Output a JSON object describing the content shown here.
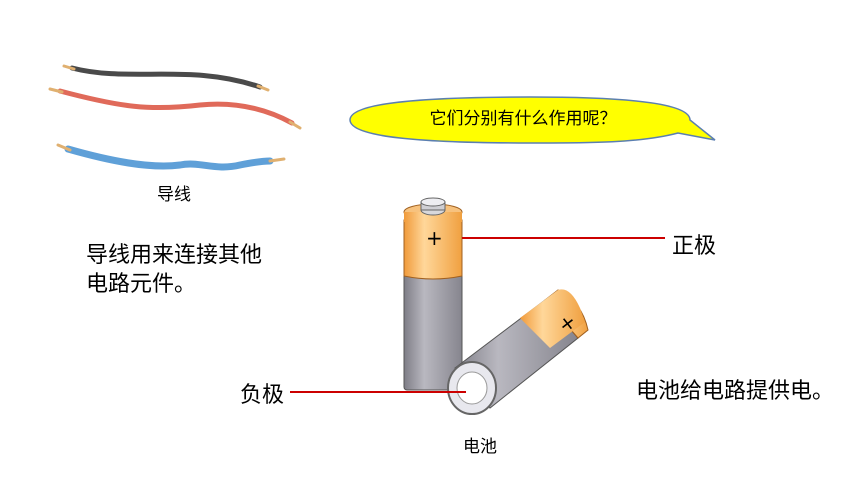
{
  "wires": {
    "caption": "导线",
    "description_lines": [
      "导线用来连接其他",
      "电路元件。"
    ],
    "colors": {
      "black": "#4a4a4a",
      "red": "#e06a5a",
      "blue": "#5fa0d8",
      "tip": "#e0b070"
    }
  },
  "bubble": {
    "text": "它们分别有什么作用呢？",
    "fill": "#ffff00",
    "stroke": "#5b7fb0"
  },
  "battery": {
    "caption": "电池",
    "positive_label": "正极",
    "negative_label": "负极",
    "positive_symbol": "+",
    "description": "电池给电路提供电。",
    "colors": {
      "top": "#f5a84a",
      "body": "#9b9aa3",
      "line": "#cc0000"
    }
  }
}
